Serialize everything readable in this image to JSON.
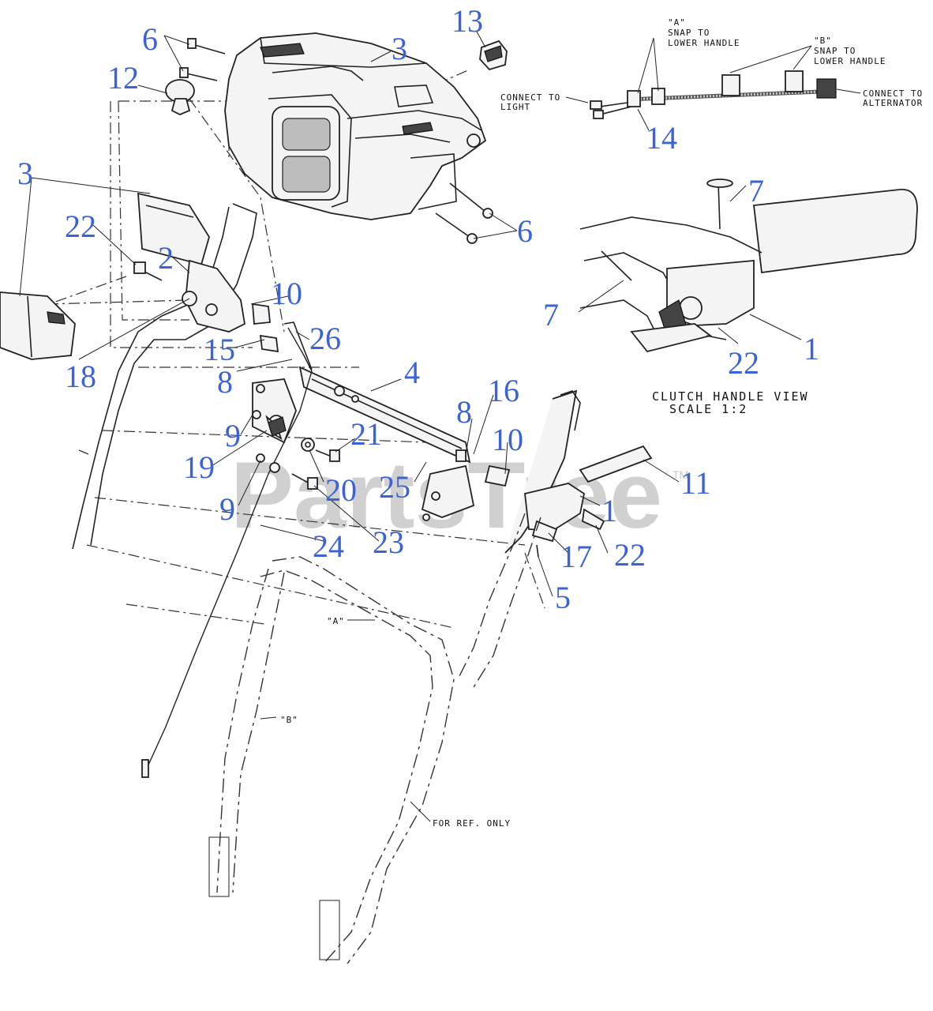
{
  "callouts": [
    {
      "id": "c-6a",
      "text": "6"
    },
    {
      "id": "c-12",
      "text": "12"
    },
    {
      "id": "c-3a",
      "text": "3"
    },
    {
      "id": "c-13",
      "text": "13"
    },
    {
      "id": "c-3b",
      "text": "3"
    },
    {
      "id": "c-22a",
      "text": "22"
    },
    {
      "id": "c-2",
      "text": "2"
    },
    {
      "id": "c-6b",
      "text": "6"
    },
    {
      "id": "c-10a",
      "text": "10"
    },
    {
      "id": "c-15",
      "text": "15"
    },
    {
      "id": "c-26",
      "text": "26"
    },
    {
      "id": "c-18",
      "text": "18"
    },
    {
      "id": "c-8a",
      "text": "8"
    },
    {
      "id": "c-4",
      "text": "4"
    },
    {
      "id": "c-16",
      "text": "16"
    },
    {
      "id": "c-8b",
      "text": "8"
    },
    {
      "id": "c-9a",
      "text": "9"
    },
    {
      "id": "c-21",
      "text": "21"
    },
    {
      "id": "c-10b",
      "text": "10"
    },
    {
      "id": "c-19",
      "text": "19"
    },
    {
      "id": "c-20",
      "text": "20"
    },
    {
      "id": "c-25",
      "text": "25"
    },
    {
      "id": "c-11",
      "text": "11"
    },
    {
      "id": "c-9b",
      "text": "9"
    },
    {
      "id": "c-1a",
      "text": "1"
    },
    {
      "id": "c-23",
      "text": "23"
    },
    {
      "id": "c-24",
      "text": "24"
    },
    {
      "id": "c-17",
      "text": "17"
    },
    {
      "id": "c-22b",
      "text": "22"
    },
    {
      "id": "c-5",
      "text": "5"
    },
    {
      "id": "c-14",
      "text": "14"
    },
    {
      "id": "c-7a",
      "text": "7"
    },
    {
      "id": "c-7b",
      "text": "7"
    },
    {
      "id": "c-1b",
      "text": "1"
    },
    {
      "id": "c-22c",
      "text": "22"
    }
  ],
  "notes": {
    "snap_a_line1": "\"A\"",
    "snap_a_line2": "SNAP TO",
    "snap_a_line3": "LOWER HANDLE",
    "snap_b_line1": "\"B\"",
    "snap_b_line2": "SNAP TO",
    "snap_b_line3": "LOWER HANDLE",
    "connect_light_line1": "CONNECT TO",
    "connect_light_line2": "LIGHT",
    "connect_alt_line1": "CONNECT TO",
    "connect_alt_line2": "ALTERNATOR",
    "clutch_view_line1": "CLUTCH HANDLE VIEW",
    "clutch_view_line2": "SCALE 1:2",
    "ref_a": "\"A\"",
    "ref_b": "\"B\"",
    "for_ref_only": "FOR REF. ONLY"
  },
  "watermark": {
    "text": "PartsTree",
    "tm": "TM"
  },
  "colors": {
    "callout": "#3b63d6",
    "line": "#222222",
    "watermark": "#d0d0d0"
  }
}
